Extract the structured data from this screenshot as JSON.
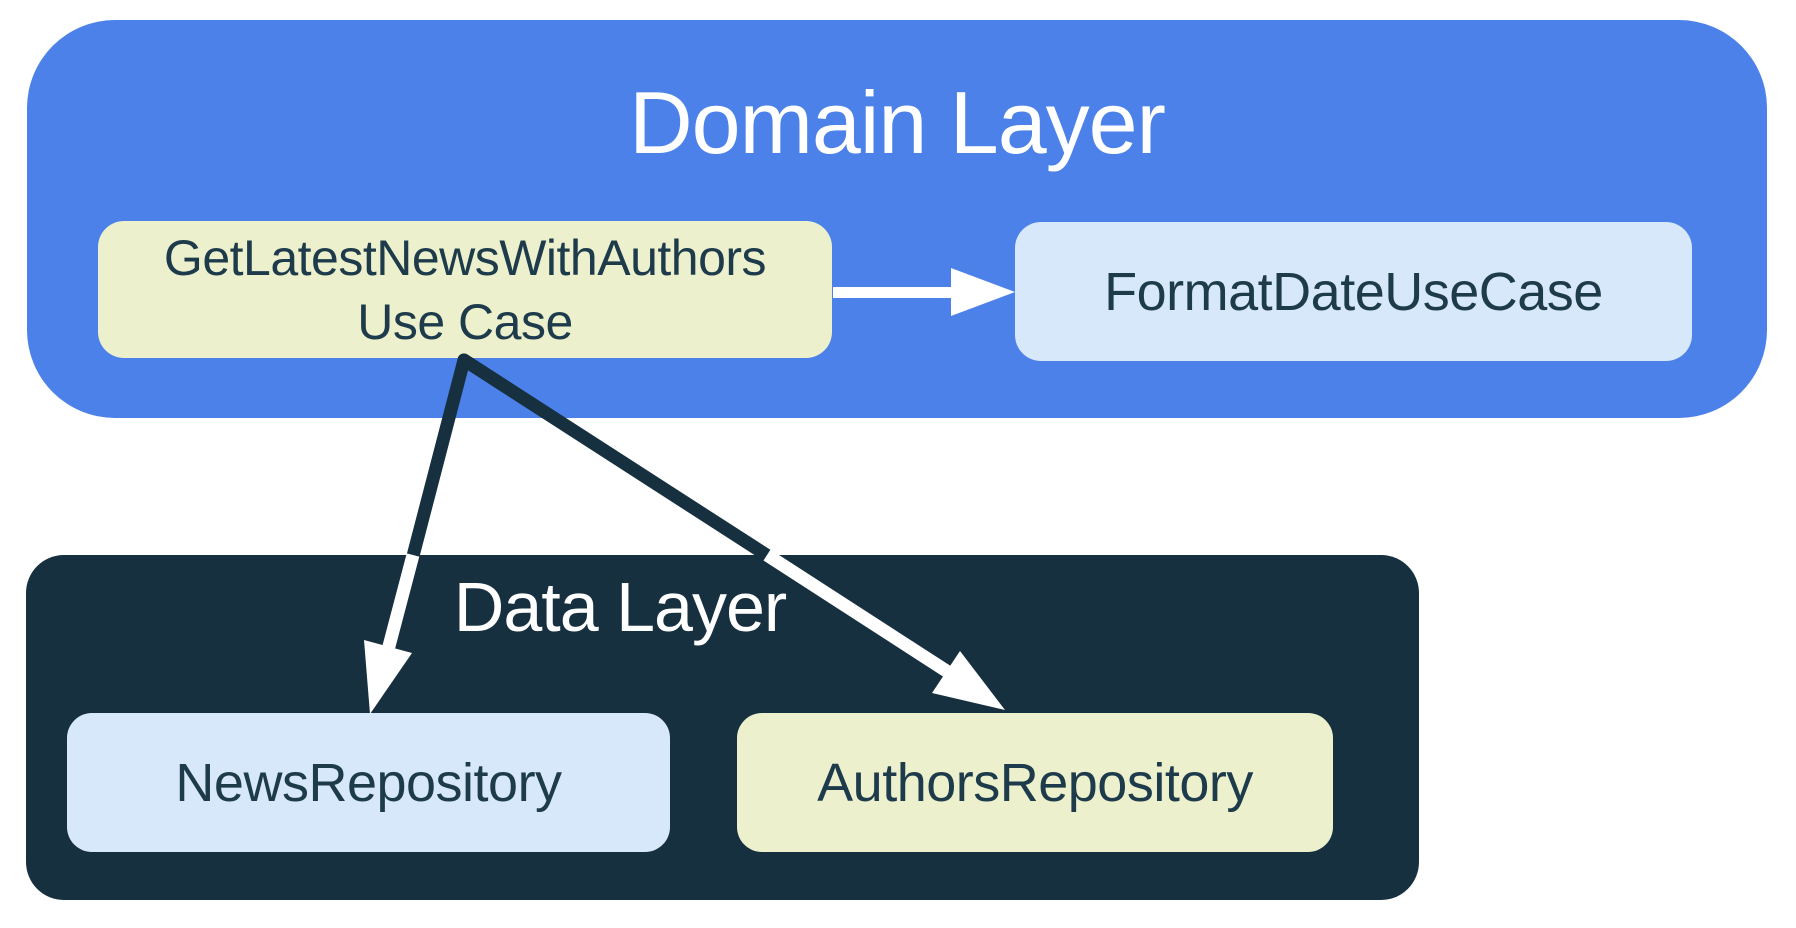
{
  "diagram": {
    "background": "#ffffff",
    "domain_layer": {
      "title": "Domain Layer",
      "fill": "#4B81E8",
      "title_color": "#ffffff",
      "nodes": {
        "use_case": {
          "label": "GetLatestNewsWithAuthors\nUse Case",
          "fill": "#EDF0CD",
          "text_color": "#1D3B4B"
        },
        "format_date_use_case": {
          "label": "FormatDateUseCase",
          "fill": "#D8E8FB",
          "text_color": "#1D3B4B"
        }
      }
    },
    "data_layer": {
      "title": "Data Layer",
      "fill": "#16303F",
      "title_color": "#ffffff",
      "nodes": {
        "news_repository": {
          "label": "NewsRepository",
          "fill": "#D8E8FB",
          "text_color": "#1D3B4B"
        },
        "authors_repository": {
          "label": "AuthorsRepository",
          "fill": "#EDF0CD",
          "text_color": "#1D3B4B"
        }
      }
    },
    "edges": [
      {
        "from": "GetLatestNewsWithAuthors Use Case",
        "to": "FormatDateUseCase",
        "style": "solid-white-horizontal"
      },
      {
        "from": "GetLatestNewsWithAuthors Use Case",
        "to": "NewsRepository",
        "style": "diagonal, dark over light background, white inside data layer"
      },
      {
        "from": "GetLatestNewsWithAuthors Use Case",
        "to": "AuthorsRepository",
        "style": "diagonal, dark over light background, white inside data layer"
      }
    ],
    "colors": {
      "arrow_white": "#ffffff",
      "arrow_dark": "#16303F"
    }
  }
}
